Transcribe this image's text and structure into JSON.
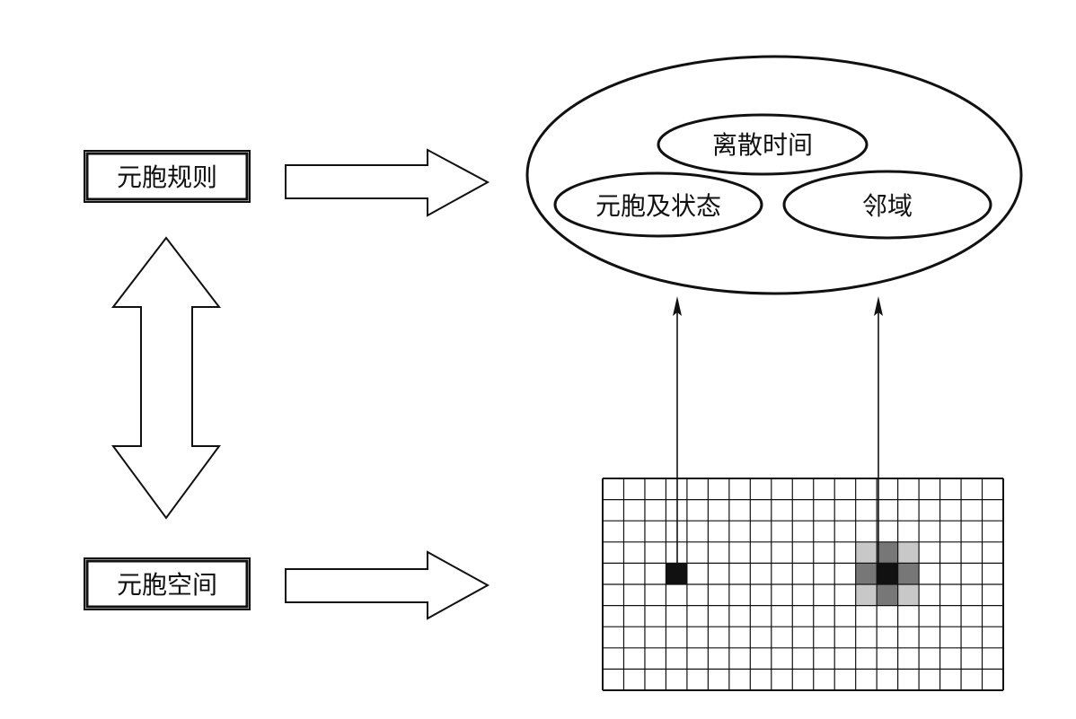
{
  "diagram": {
    "rules_box": {
      "label": "元胞规则"
    },
    "space_box": {
      "label": "元胞空间"
    },
    "components": {
      "discrete_time": "离散时间",
      "cell_and_state": "元胞及状态",
      "neighborhood": "邻域"
    },
    "grid": {
      "columns": 19,
      "rows": 10
    },
    "colors": {
      "stroke": "#111111",
      "background": "#ffffff",
      "cell_active": "#111111",
      "neighbor_dark": "#777777",
      "neighbor_light": "#c8c8c8"
    }
  }
}
